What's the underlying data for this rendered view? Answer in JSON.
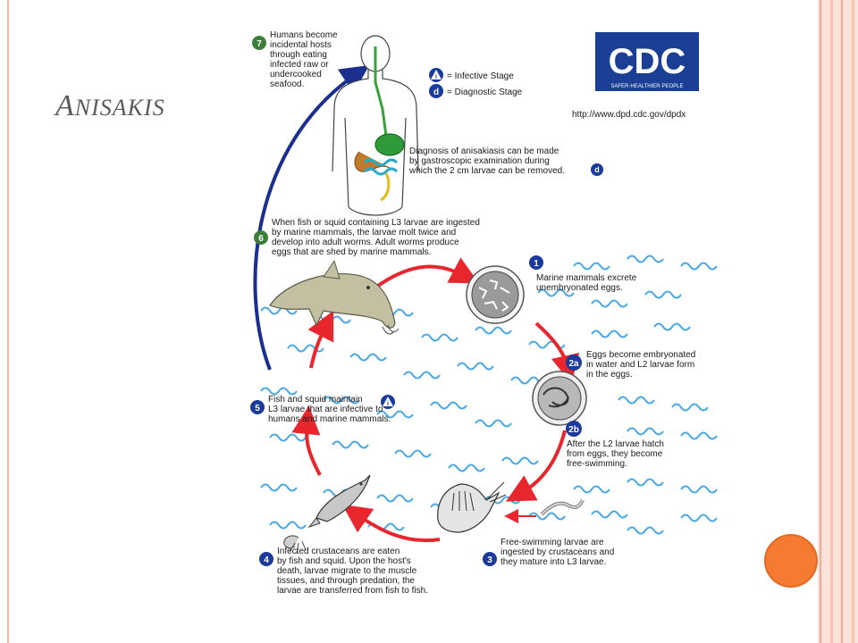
{
  "slide": {
    "title_cap": "A",
    "title_rest": "nisakis"
  },
  "legend": {
    "infective": "= Infective Stage",
    "diagnostic": "= Diagnostic Stage"
  },
  "cdc": {
    "logo": "CDC",
    "tagline": "SAFER·HEALTHIER·PEOPLE",
    "url": "http://www.dpd.cdc.gov/dpdx"
  },
  "diagnosis": {
    "line1": "Diagnosis of anisakiasis can be made",
    "line2": "by gastroscopic examination during",
    "line3": "which the 2 cm larvae can be removed."
  },
  "steps": {
    "s7": {
      "num": "7",
      "lines": [
        "Humans become",
        "incidental hosts",
        "through eating",
        "infected raw or",
        "undercooked",
        "seafood."
      ]
    },
    "s6": {
      "num": "6",
      "lines": [
        "When fish or squid containing L3 larvae are ingested",
        "by marine mammals, the larvae molt twice and",
        "develop into adult worms.  Adult worms produce",
        "eggs that are shed by marine mammals."
      ]
    },
    "s1": {
      "num": "1",
      "lines": [
        "Marine mammals excrete",
        "unembryonated eggs."
      ]
    },
    "s2a": {
      "num": "2a",
      "lines": [
        "Eggs become embryonated",
        "in water and L2 larvae form",
        "in the eggs."
      ]
    },
    "s2b": {
      "num": "2b",
      "lines": [
        "After the L2 larvae hatch",
        "from eggs, they become",
        "free-swimming."
      ]
    },
    "s3": {
      "num": "3",
      "lines": [
        "Free-swimming larvae are",
        "ingested by crustaceans and",
        "they mature into L3 larvae."
      ]
    },
    "s4": {
      "num": "4",
      "lines": [
        "Infected crustaceans are eaten",
        "by fish and squid.  Upon the host's",
        "death, larvae migrate to the muscle",
        "tissues, and through predation, the",
        "larvae are transferred from fish to fish."
      ]
    },
    "s5": {
      "num": "5",
      "lines": [
        "Fish and squid maintain",
        "L3 larvae that are infective to",
        "humans and marine mammals."
      ]
    }
  },
  "colors": {
    "cycle_arrow": "#e8262e",
    "human_arrow": "#1b2f8f",
    "step_badge": "#3c7d3a",
    "stage_badge": "#1a3a9c",
    "wave": "#4aa8e6",
    "accent_dot": "#f47b31"
  },
  "icons": [
    "human-figure-icon",
    "dolphin-icon",
    "egg-icon",
    "embryonated-egg-icon",
    "larva-icon",
    "crustacean-icon",
    "fish-icon",
    "squid-icon",
    "infective-stage-icon",
    "diagnostic-stage-icon"
  ]
}
